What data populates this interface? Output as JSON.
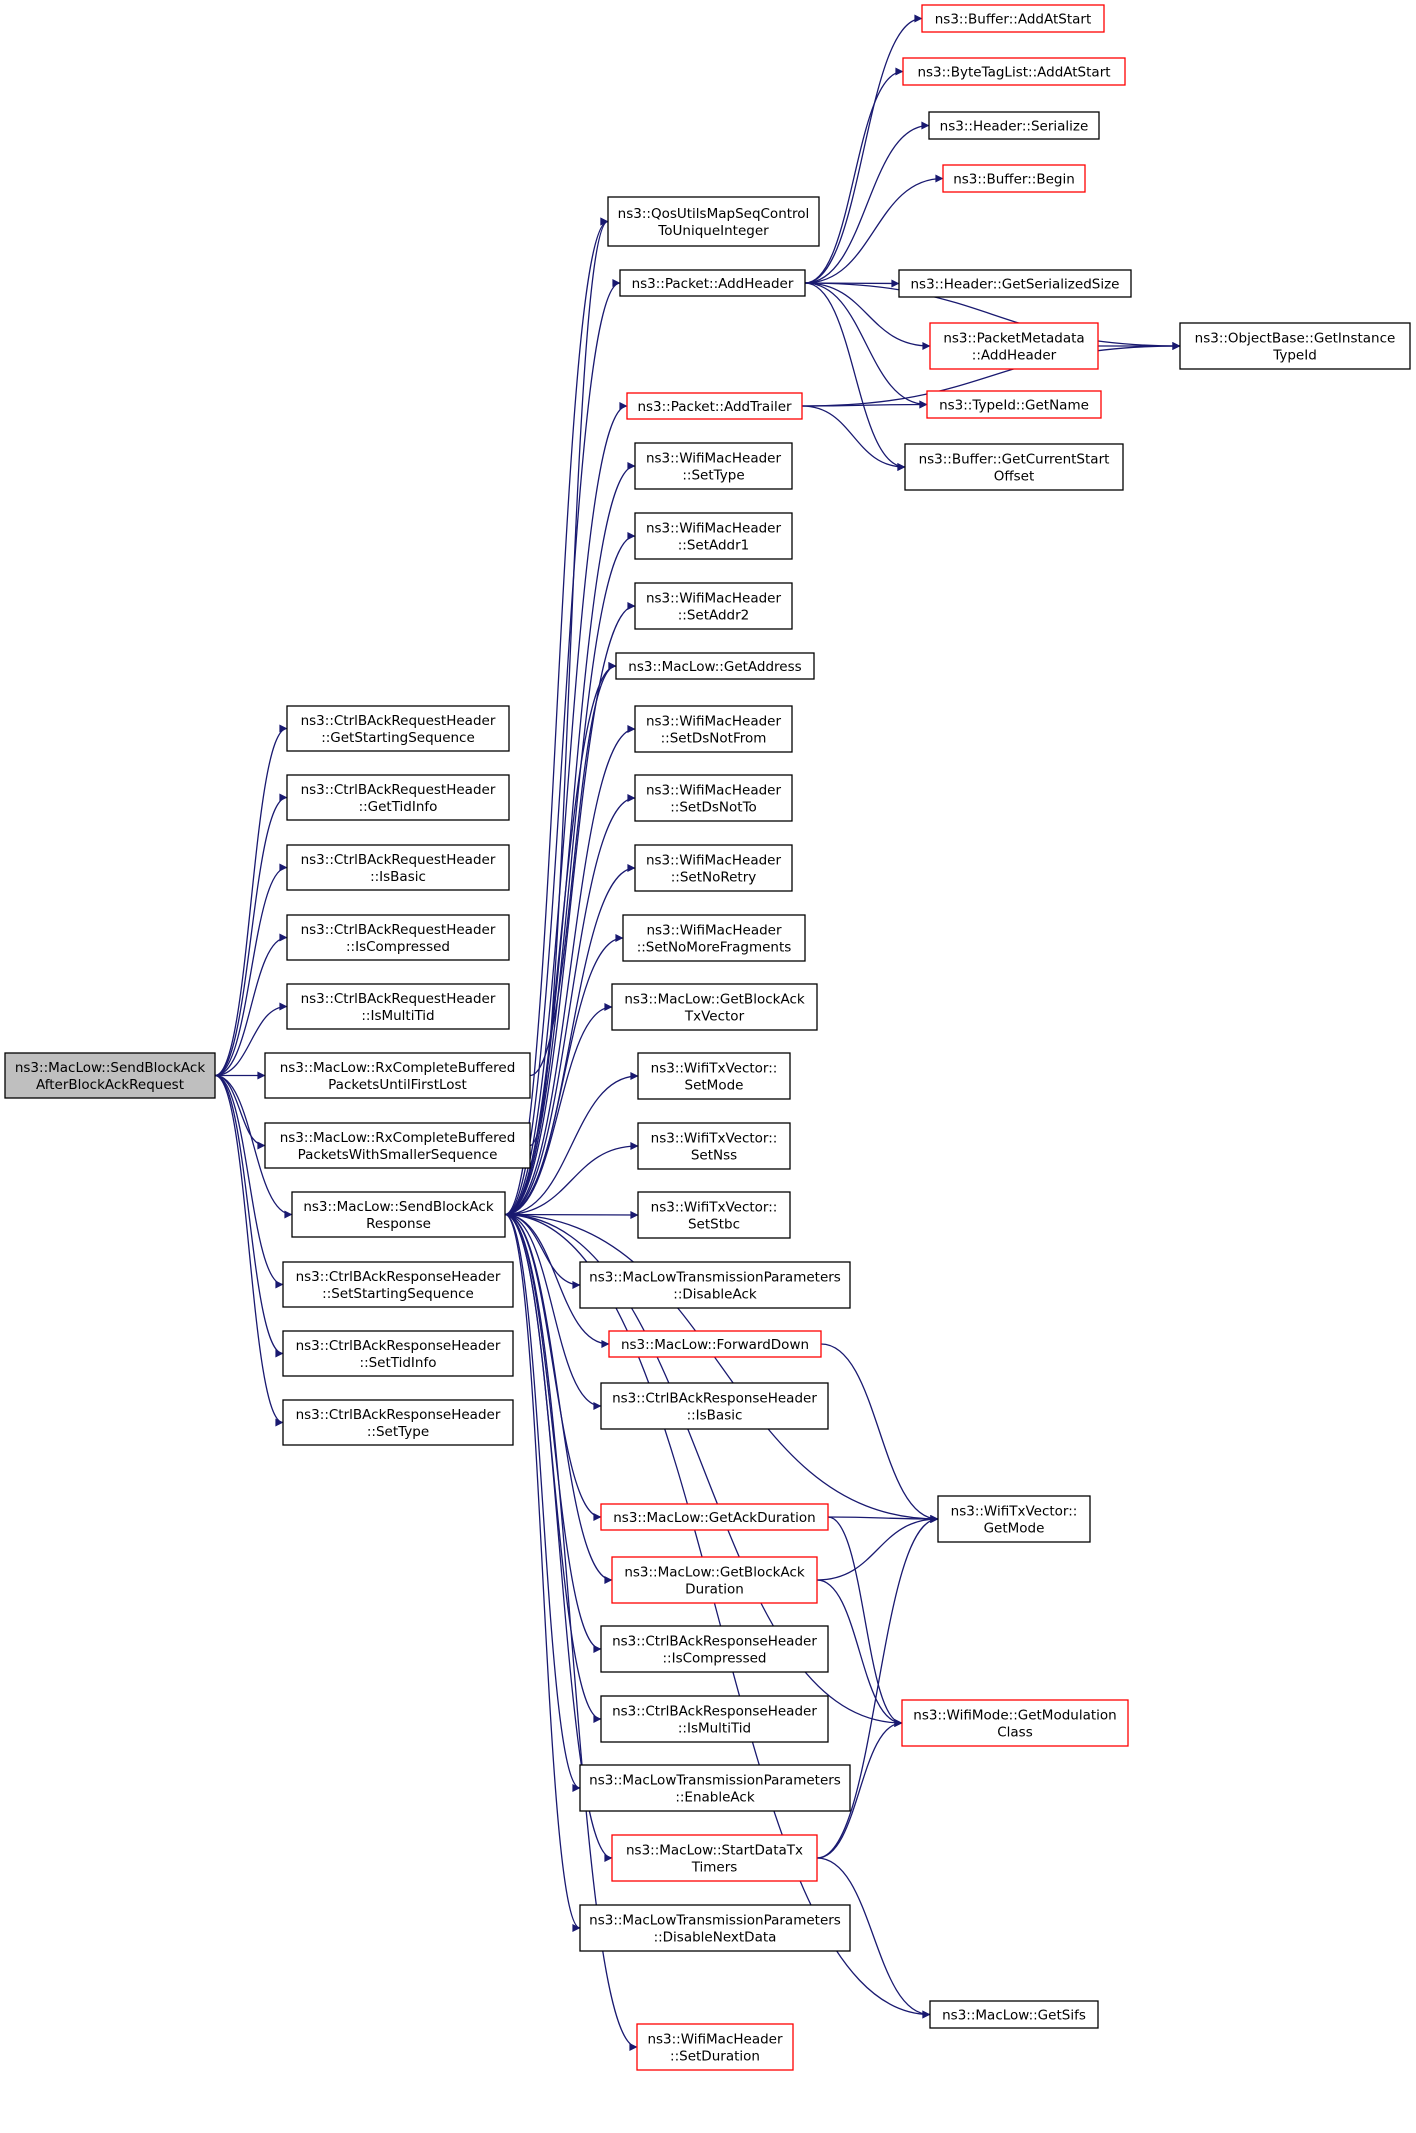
{
  "colors": {
    "edge": "#191970",
    "node_border": "#000000",
    "node_border_incomplete": "#ff0000",
    "root_fill": "#bfbfbf"
  },
  "nodes": [
    {
      "id": "root",
      "lines": [
        "ns3::MacLow::SendBlockAck",
        "AfterBlockAckRequest"
      ],
      "kind": "root"
    },
    {
      "id": "c1",
      "lines": [
        "ns3::CtrlBAckRequestHeader",
        "::GetStartingSequence"
      ],
      "kind": "normal"
    },
    {
      "id": "c2",
      "lines": [
        "ns3::CtrlBAckRequestHeader",
        "::GetTidInfo"
      ],
      "kind": "normal"
    },
    {
      "id": "c3",
      "lines": [
        "ns3::CtrlBAckRequestHeader",
        "::IsBasic"
      ],
      "kind": "normal"
    },
    {
      "id": "c4",
      "lines": [
        "ns3::CtrlBAckRequestHeader",
        "::IsCompressed"
      ],
      "kind": "normal"
    },
    {
      "id": "c5",
      "lines": [
        "ns3::CtrlBAckRequestHeader",
        "::IsMultiTid"
      ],
      "kind": "normal"
    },
    {
      "id": "c6",
      "lines": [
        "ns3::MacLow::RxCompleteBuffered",
        "PacketsUntilFirstLost"
      ],
      "kind": "normal"
    },
    {
      "id": "c7",
      "lines": [
        "ns3::MacLow::RxCompleteBuffered",
        "PacketsWithSmallerSequence"
      ],
      "kind": "normal"
    },
    {
      "id": "sbr",
      "lines": [
        "ns3::MacLow::SendBlockAck",
        "Response"
      ],
      "kind": "normal"
    },
    {
      "id": "c9",
      "lines": [
        "ns3::CtrlBAckResponseHeader",
        "::SetStartingSequence"
      ],
      "kind": "normal"
    },
    {
      "id": "c10",
      "lines": [
        "ns3::CtrlBAckResponseHeader",
        "::SetTidInfo"
      ],
      "kind": "normal"
    },
    {
      "id": "c11",
      "lines": [
        "ns3::CtrlBAckResponseHeader",
        "::SetType"
      ],
      "kind": "normal"
    },
    {
      "id": "qos",
      "lines": [
        "ns3::QosUtilsMapSeqControl",
        "ToUniqueInteger"
      ],
      "kind": "normal"
    },
    {
      "id": "addh",
      "lines": [
        "ns3::Packet::AddHeader"
      ],
      "kind": "normal"
    },
    {
      "id": "addt",
      "lines": [
        "ns3::Packet::AddTrailer"
      ],
      "kind": "incomplete"
    },
    {
      "id": "settype",
      "lines": [
        "ns3::WifiMacHeader",
        "::SetType"
      ],
      "kind": "normal"
    },
    {
      "id": "setaddr1",
      "lines": [
        "ns3::WifiMacHeader",
        "::SetAddr1"
      ],
      "kind": "normal"
    },
    {
      "id": "setaddr2",
      "lines": [
        "ns3::WifiMacHeader",
        "::SetAddr2"
      ],
      "kind": "normal"
    },
    {
      "id": "getaddr",
      "lines": [
        "ns3::MacLow::GetAddress"
      ],
      "kind": "normal"
    },
    {
      "id": "setdsnf",
      "lines": [
        "ns3::WifiMacHeader",
        "::SetDsNotFrom"
      ],
      "kind": "normal"
    },
    {
      "id": "setdsnt",
      "lines": [
        "ns3::WifiMacHeader",
        "::SetDsNotTo"
      ],
      "kind": "normal"
    },
    {
      "id": "setnoretry",
      "lines": [
        "ns3::WifiMacHeader",
        "::SetNoRetry"
      ],
      "kind": "normal"
    },
    {
      "id": "setnomf",
      "lines": [
        "ns3::WifiMacHeader",
        "::SetNoMoreFragments"
      ],
      "kind": "normal"
    },
    {
      "id": "getbatxv",
      "lines": [
        "ns3::MacLow::GetBlockAck",
        "TxVector"
      ],
      "kind": "normal"
    },
    {
      "id": "setmode",
      "lines": [
        "ns3::WifiTxVector::",
        "SetMode"
      ],
      "kind": "normal"
    },
    {
      "id": "setnss",
      "lines": [
        "ns3::WifiTxVector::",
        "SetNss"
      ],
      "kind": "normal"
    },
    {
      "id": "setstbc",
      "lines": [
        "ns3::WifiTxVector::",
        "SetStbc"
      ],
      "kind": "normal"
    },
    {
      "id": "disack",
      "lines": [
        "ns3::MacLowTransmissionParameters",
        "::DisableAck"
      ],
      "kind": "normal"
    },
    {
      "id": "fwd",
      "lines": [
        "ns3::MacLow::ForwardDown"
      ],
      "kind": "incomplete"
    },
    {
      "id": "rspbasic",
      "lines": [
        "ns3::CtrlBAckResponseHeader",
        "::IsBasic"
      ],
      "kind": "normal"
    },
    {
      "id": "ackdur",
      "lines": [
        "ns3::MacLow::GetAckDuration"
      ],
      "kind": "incomplete"
    },
    {
      "id": "badur",
      "lines": [
        "ns3::MacLow::GetBlockAck",
        "Duration"
      ],
      "kind": "incomplete"
    },
    {
      "id": "rspcomp",
      "lines": [
        "ns3::CtrlBAckResponseHeader",
        "::IsCompressed"
      ],
      "kind": "normal"
    },
    {
      "id": "rspmulti",
      "lines": [
        "ns3::CtrlBAckResponseHeader",
        "::IsMultiTid"
      ],
      "kind": "normal"
    },
    {
      "id": "enack",
      "lines": [
        "ns3::MacLowTransmissionParameters",
        "::EnableAck"
      ],
      "kind": "normal"
    },
    {
      "id": "sdtt",
      "lines": [
        "ns3::MacLow::StartDataTx",
        "Timers"
      ],
      "kind": "incomplete"
    },
    {
      "id": "disnext",
      "lines": [
        "ns3::MacLowTransmissionParameters",
        "::DisableNextData"
      ],
      "kind": "normal"
    },
    {
      "id": "setdur",
      "lines": [
        "ns3::WifiMacHeader",
        "::SetDuration"
      ],
      "kind": "incomplete"
    },
    {
      "id": "bufaas",
      "lines": [
        "ns3::Buffer::AddAtStart"
      ],
      "kind": "incomplete"
    },
    {
      "id": "btlaas",
      "lines": [
        "ns3::ByteTagList::AddAtStart"
      ],
      "kind": "incomplete"
    },
    {
      "id": "hser",
      "lines": [
        "ns3::Header::Serialize"
      ],
      "kind": "normal"
    },
    {
      "id": "bufbegin",
      "lines": [
        "ns3::Buffer::Begin"
      ],
      "kind": "incomplete"
    },
    {
      "id": "hgss",
      "lines": [
        "ns3::Header::GetSerializedSize"
      ],
      "kind": "normal"
    },
    {
      "id": "pmadd",
      "lines": [
        "ns3::PacketMetadata",
        "::AddHeader"
      ],
      "kind": "incomplete"
    },
    {
      "id": "tidname",
      "lines": [
        "ns3::TypeId::GetName"
      ],
      "kind": "incomplete"
    },
    {
      "id": "bufgcs",
      "lines": [
        "ns3::Buffer::GetCurrentStart",
        "Offset"
      ],
      "kind": "normal"
    },
    {
      "id": "obgit",
      "lines": [
        "ns3::ObjectBase::GetInstance",
        "TypeId"
      ],
      "kind": "normal"
    },
    {
      "id": "txvgm",
      "lines": [
        "ns3::WifiTxVector::",
        "GetMode"
      ],
      "kind": "normal"
    },
    {
      "id": "wmgmc",
      "lines": [
        "ns3::WifiMode::GetModulation",
        "Class"
      ],
      "kind": "incomplete"
    },
    {
      "id": "sifs",
      "lines": [
        "ns3::MacLow::GetSifs"
      ],
      "kind": "normal"
    }
  ],
  "edges": [
    [
      "root",
      "c1"
    ],
    [
      "root",
      "c2"
    ],
    [
      "root",
      "c3"
    ],
    [
      "root",
      "c4"
    ],
    [
      "root",
      "c5"
    ],
    [
      "root",
      "c6"
    ],
    [
      "root",
      "c7"
    ],
    [
      "root",
      "sbr"
    ],
    [
      "root",
      "c9"
    ],
    [
      "root",
      "c10"
    ],
    [
      "root",
      "c11"
    ],
    [
      "c6",
      "getaddr"
    ],
    [
      "c7",
      "qos"
    ],
    [
      "sbr",
      "qos"
    ],
    [
      "sbr",
      "addh"
    ],
    [
      "sbr",
      "addt"
    ],
    [
      "sbr",
      "settype"
    ],
    [
      "sbr",
      "setaddr1"
    ],
    [
      "sbr",
      "setaddr2"
    ],
    [
      "sbr",
      "getaddr"
    ],
    [
      "sbr",
      "setdsnf"
    ],
    [
      "sbr",
      "setdsnt"
    ],
    [
      "sbr",
      "setnoretry"
    ],
    [
      "sbr",
      "setnomf"
    ],
    [
      "sbr",
      "getbatxv"
    ],
    [
      "sbr",
      "setmode"
    ],
    [
      "sbr",
      "setnss"
    ],
    [
      "sbr",
      "setstbc"
    ],
    [
      "sbr",
      "disack"
    ],
    [
      "sbr",
      "fwd"
    ],
    [
      "sbr",
      "rspbasic"
    ],
    [
      "sbr",
      "txvgm"
    ],
    [
      "sbr",
      "ackdur"
    ],
    [
      "sbr",
      "badur"
    ],
    [
      "sbr",
      "rspcomp"
    ],
    [
      "sbr",
      "rspmulti"
    ],
    [
      "sbr",
      "enack"
    ],
    [
      "sbr",
      "sdtt"
    ],
    [
      "sbr",
      "disnext"
    ],
    [
      "sbr",
      "wmgmc"
    ],
    [
      "sbr",
      "setdur"
    ],
    [
      "sbr",
      "sifs"
    ],
    [
      "addh",
      "bufaas"
    ],
    [
      "addh",
      "btlaas"
    ],
    [
      "addh",
      "hser"
    ],
    [
      "addh",
      "bufbegin"
    ],
    [
      "addh",
      "hgss"
    ],
    [
      "addh",
      "pmadd"
    ],
    [
      "addh",
      "tidname"
    ],
    [
      "addh",
      "bufgcs"
    ],
    [
      "addh",
      "obgit"
    ],
    [
      "addt",
      "tidname"
    ],
    [
      "addt",
      "bufgcs"
    ],
    [
      "addt",
      "obgit"
    ],
    [
      "pmadd",
      "obgit"
    ],
    [
      "fwd",
      "txvgm"
    ],
    [
      "ackdur",
      "txvgm"
    ],
    [
      "ackdur",
      "wmgmc"
    ],
    [
      "badur",
      "txvgm"
    ],
    [
      "badur",
      "wmgmc"
    ],
    [
      "sdtt",
      "txvgm"
    ],
    [
      "sdtt",
      "wmgmc"
    ],
    [
      "sdtt",
      "sifs"
    ]
  ]
}
